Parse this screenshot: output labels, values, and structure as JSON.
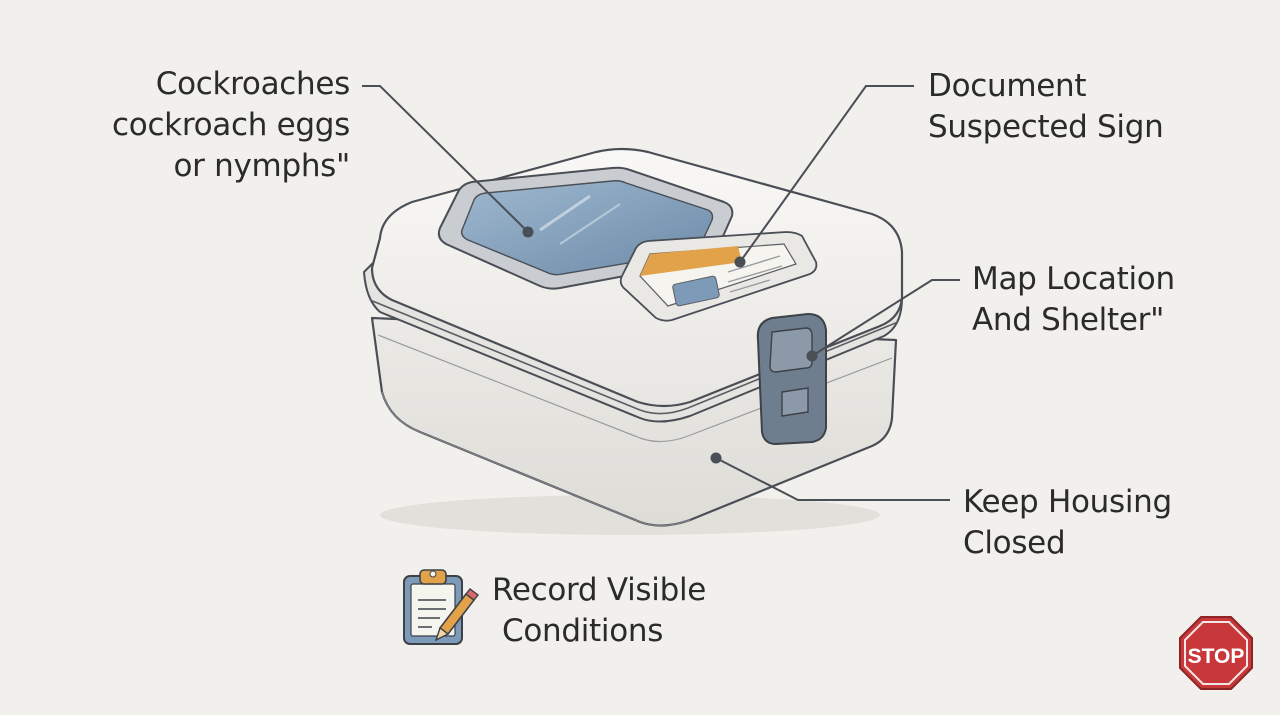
{
  "labels": {
    "cockroaches": {
      "line1": "Cockroaches",
      "line2": "cockroach eggs",
      "line3": "or nymphs\""
    },
    "document": {
      "line1": "Document",
      "line2": "Suspected Sign"
    },
    "map": {
      "line1": "Map Location",
      "line2": "And Shelter\""
    },
    "keep": {
      "line1": "Keep Housing",
      "line2": "Closed"
    },
    "record": {
      "line1": "Record Visible",
      "line2": "Conditions"
    }
  },
  "stop_sign": {
    "text": "STOP"
  },
  "icons": [
    "clipboard-icon",
    "pencil-icon",
    "stop-sign-icon"
  ],
  "colors": {
    "background": "#f1f0ec",
    "outline": "#4a4e55",
    "window": "#7d9bb8",
    "latch": "#6f7e8f",
    "label_accent": "#e2a24a",
    "stop_red": "#c8383b"
  }
}
